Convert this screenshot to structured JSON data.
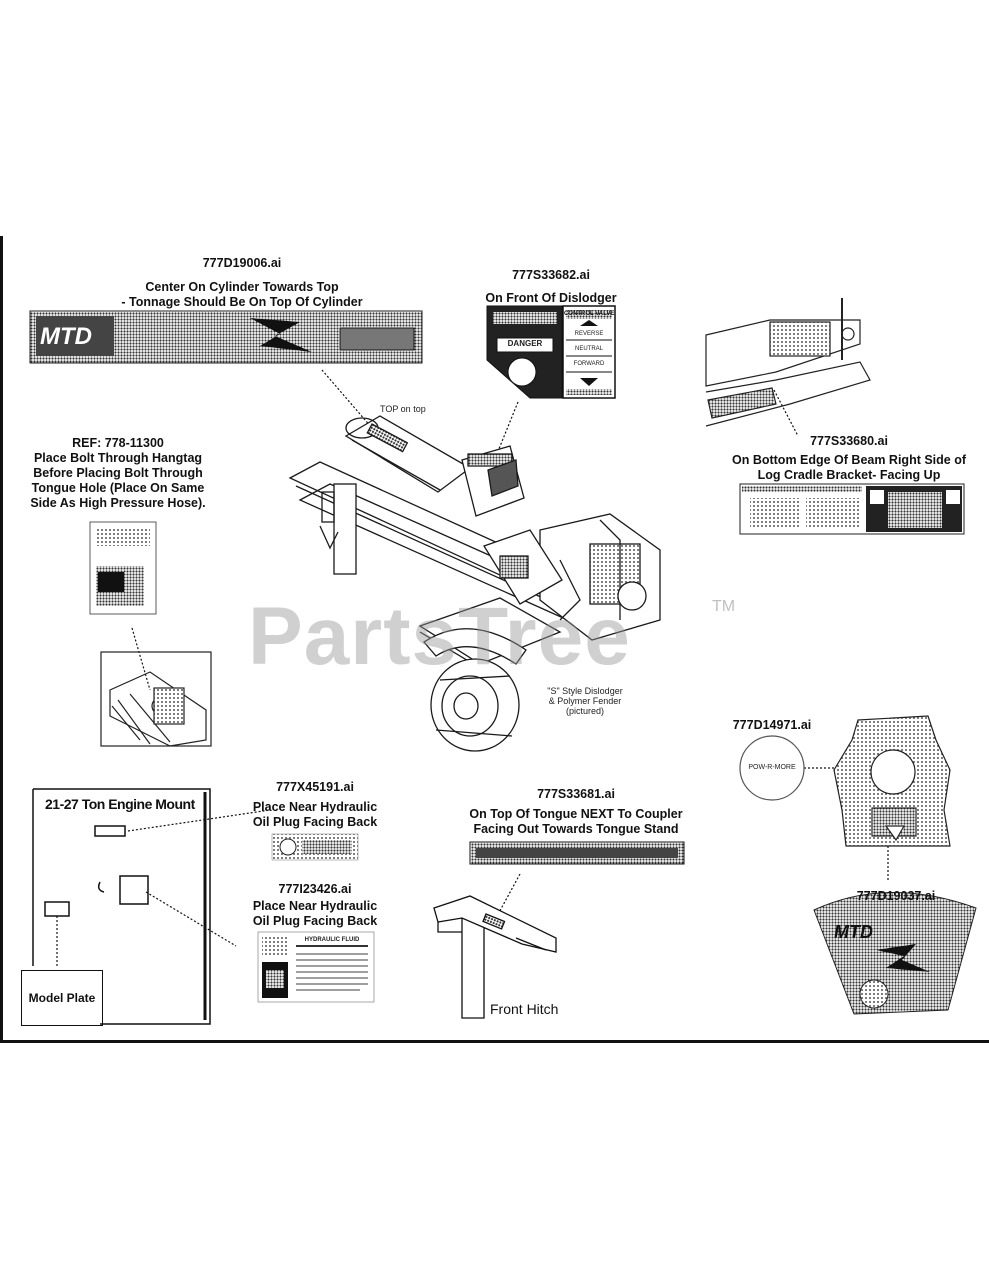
{
  "watermark": {
    "text": "PartsTree",
    "tm": "TM"
  },
  "labels": {
    "decal_19006": {
      "code": "777D19006.ai",
      "line1": "Center On Cylinder Towards Top",
      "line2": "- Tonnage Should Be On Top Of Cylinder"
    },
    "decal_33682": {
      "code": "777S33682.ai",
      "line1": "On Front Of Dislodger"
    },
    "decal_33680": {
      "code": "777S33680.ai",
      "line1": "On Bottom Edge Of Beam Right Side of",
      "line2": "Log Cradle Bracket- Facing Up"
    },
    "ref_11300": {
      "code": "REF: 778-11300",
      "line1": "Place Bolt Through Hangtag",
      "line2": "Before Placing Bolt Through",
      "line3": "Tongue Hole (Place On Same",
      "line4": "Side As High Pressure Hose)."
    },
    "decal_14971": {
      "code": "777D14971.ai"
    },
    "decal_45191": {
      "code": "777X45191.ai",
      "line1": "Place Near Hydraulic",
      "line2": "Oil Plug Facing Back"
    },
    "decal_23426": {
      "code": "777I23426.ai",
      "line1": "Place Near Hydraulic",
      "line2": "Oil Plug Facing Back"
    },
    "decal_33681": {
      "code": "777S33681.ai",
      "line1": "On Top Of Tongue NEXT To Coupler",
      "line2": "Facing Out Towards Tongue Stand"
    },
    "decal_19037": {
      "code": "777D19037.ai"
    },
    "engine_mount": "21-27 Ton Engine Mount",
    "model_plate": "Model Plate",
    "front_hitch": "Front Hitch",
    "top_on_top": "TOP on top",
    "dislodger_note": {
      "line1": "\"S\" Style Dislodger",
      "line2": "& Polymer Fender",
      "line3": "(pictured)"
    }
  },
  "decal_text": {
    "mtd_logo": "MTD",
    "danger": "DANGER",
    "control_valve": "CONTROL VALVE",
    "reverse": "REVERSE",
    "neutral": "NEUTRAL",
    "forward": "FORWARD",
    "hydraulic_fluid": "HYDRAULIC FLUID",
    "pow_rmore": "POW-R-MORE"
  },
  "colors": {
    "ink": "#111111",
    "watermark": "#969696",
    "halftone": "#555555"
  }
}
